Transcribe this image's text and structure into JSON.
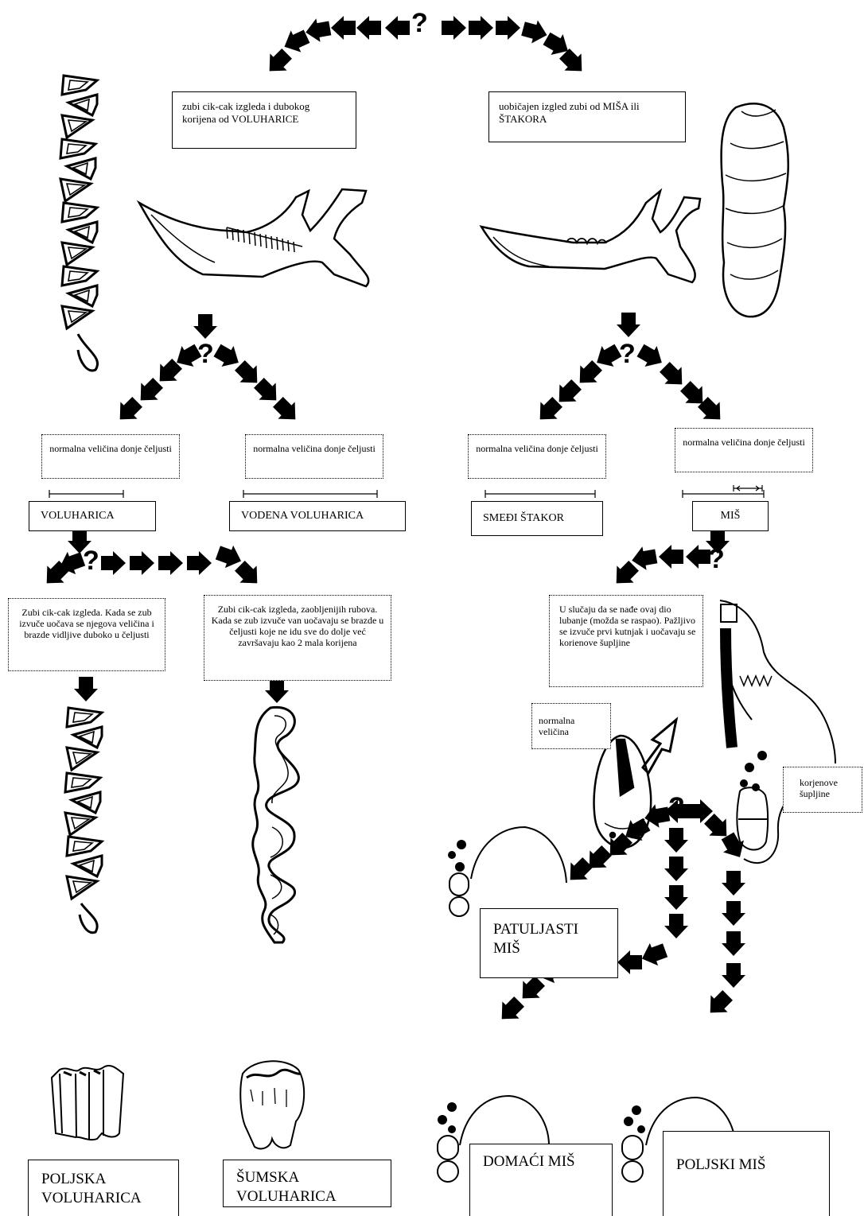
{
  "top_question": "?",
  "top_left_box": "zubi cik-cak izgleda i dubokog korijena od VOLUHARICE",
  "top_right_box": "uobičajen izgled zubi od MIŠA ili ŠTAKORA",
  "size_note": "normalna veličina donje čeljusti",
  "species": {
    "voluharica": "VOLUHARICA",
    "vodena_voluharica": "VODENA VOLUHARICA",
    "smedi_stakor": "SMEĐI ŠTAKOR",
    "mis": "MIŠ"
  },
  "left_desc": "Zubi cik-cak izgleda. Kada se zub izvuče uočava se njegova veličina i brazde vidljive duboko u čeljusti",
  "mid_desc": "Zubi cik-cak izgleda, zaobljenijih rubova. Kada se zub izvuče van uočavaju se brazde u čeljusti koje ne idu sve do dolje već završavaju kao 2 mala korijena",
  "right_desc": "U slučaju da se nađe ovaj dio lubanje (možda se raspao). Pažljivo se izvuče prvi kutnjak i uočavaju se korienove šupljine",
  "normal_size": "normalna veličina",
  "root_holes": "korjenove šupljine",
  "final": {
    "patuljasti": "PATULJASTI MIŠ",
    "poljska_voluharica": "POLJSKA VOLUHARICA",
    "sumska_voluharica": "ŠUMSKA VOLUHARICA",
    "domaci": "DOMAĆI MIŠ",
    "poljski": "POLJSKI MIŠ"
  }
}
